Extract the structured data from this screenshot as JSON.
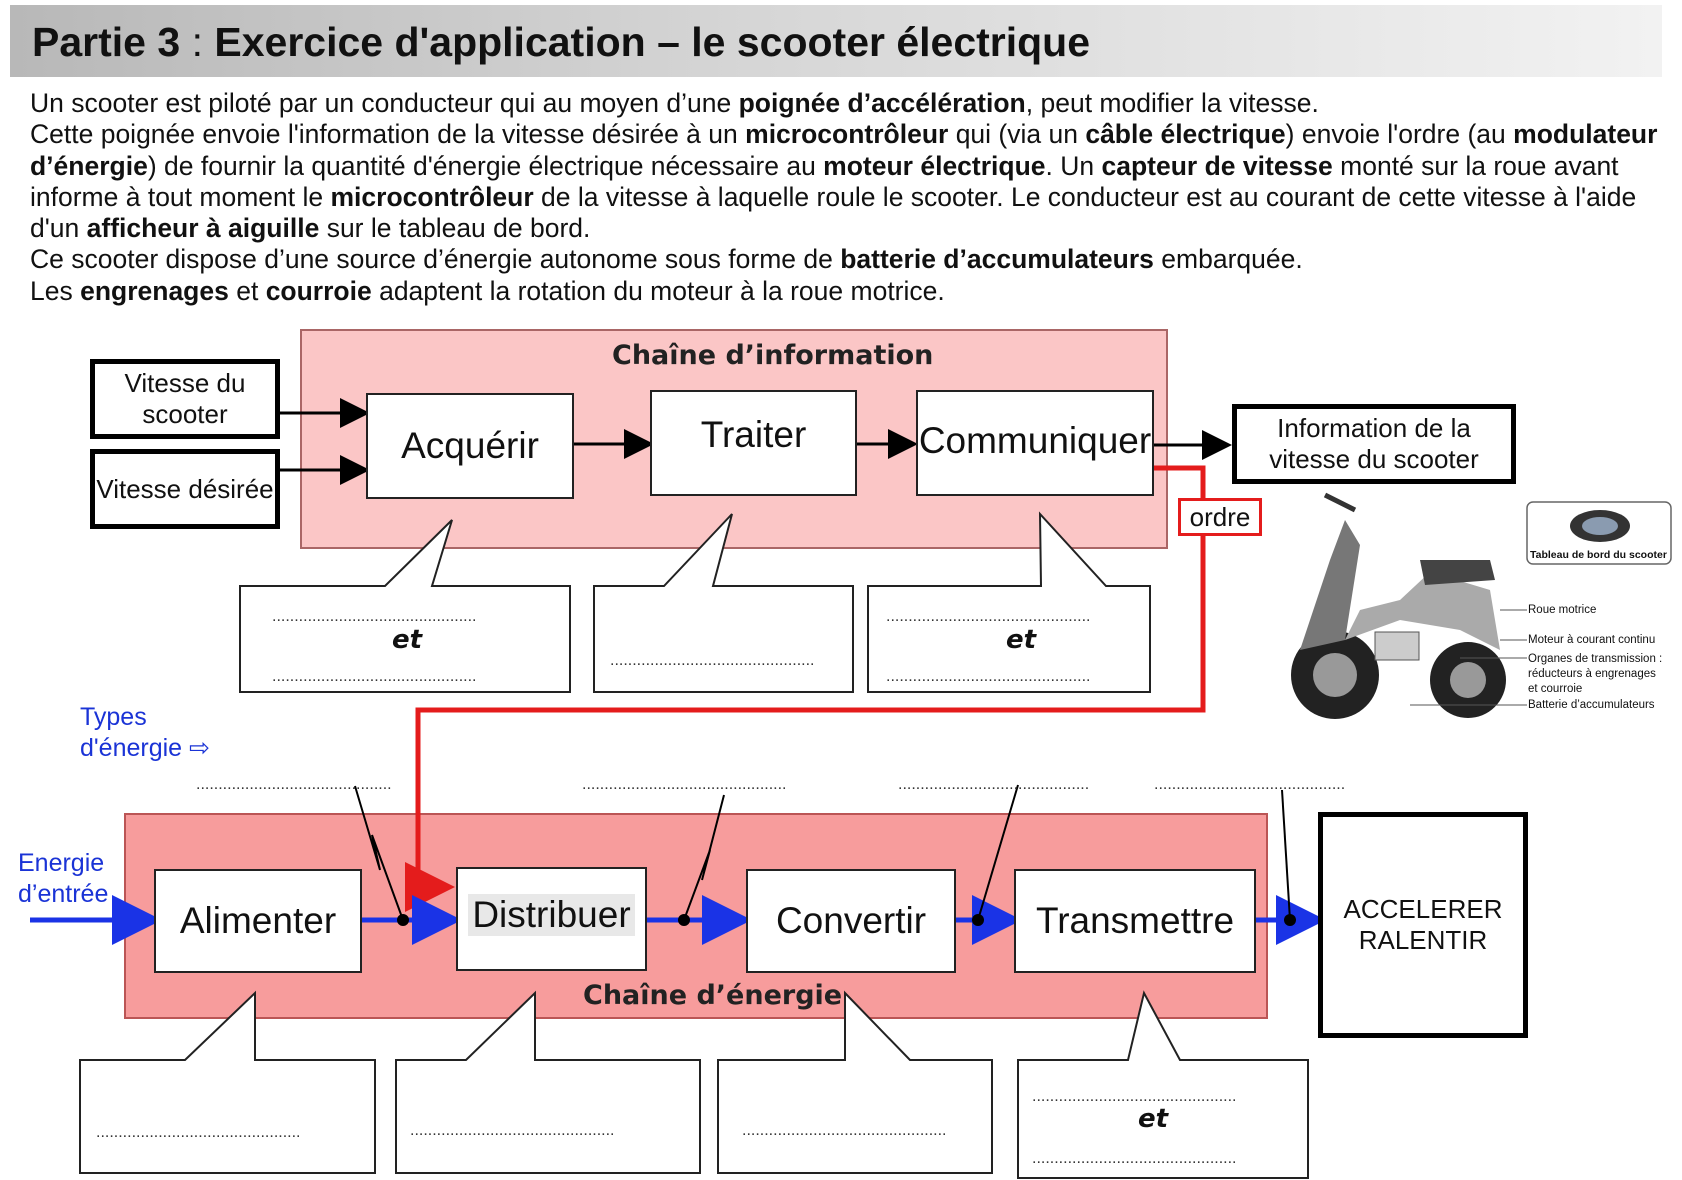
{
  "header": {
    "title_part": "Partie 3",
    "title_colon": ":",
    "title_rest": "Exercice d'application – le scooter électrique"
  },
  "intro": [
    [
      {
        "t": "Un scooter est piloté par un conducteur qui au moyen d’une "
      },
      {
        "t": "poignée d’accélération",
        "b": true
      },
      {
        "t": ", peut modifier la vitesse."
      }
    ],
    [
      {
        "t": "Cette poignée envoie l'information de la vitesse désirée à un "
      },
      {
        "t": "microcontrôleur",
        "b": true
      },
      {
        "t": " qui (via un "
      },
      {
        "t": "câble électrique",
        "b": true
      },
      {
        "t": ") envoie l'ordre (au "
      },
      {
        "t": "modulateur d’énergie",
        "b": true
      },
      {
        "t": ") de fournir la quantité d'énergie électrique nécessaire au "
      },
      {
        "t": "moteur électrique",
        "b": true
      },
      {
        "t": ". Un "
      },
      {
        "t": "capteur de vitesse",
        "b": true
      },
      {
        "t": " monté sur la roue avant informe à tout moment le "
      },
      {
        "t": "microcontrôleur",
        "b": true
      },
      {
        "t": " de la vitesse à laquelle roule le scooter. Le conducteur est au courant de cette vitesse à l'aide d'un "
      },
      {
        "t": "afficheur à aiguille",
        "b": true
      },
      {
        "t": " sur le tableau de bord."
      }
    ],
    [
      {
        "t": "Ce scooter dispose d’une source d’énergie autonome sous forme de "
      },
      {
        "t": "batterie d’accumulateurs",
        "b": true
      },
      {
        "t": " embarquée."
      }
    ],
    [
      {
        "t": "Les "
      },
      {
        "t": "engrenages",
        "b": true
      },
      {
        "t": " et "
      },
      {
        "t": "courroie",
        "b": true
      },
      {
        "t": " adaptent la rotation du moteur à la roue motrice."
      }
    ]
  ],
  "info_chain": {
    "title": "Chaîne d’information",
    "inputs": [
      "Vitesse du scooter",
      "Vitesse désirée"
    ],
    "functions": [
      "Acquérir",
      "Traiter",
      "Communiquer"
    ],
    "output": "Information de la vitesse du scooter",
    "ordre_label": "ordre"
  },
  "energy_chain": {
    "title": "Chaîne d’énergie",
    "types_label": "Types d'énergie ⇨",
    "input_label": "Energie d’entrée",
    "functions": [
      "Alimenter",
      "Distribuer",
      "Convertir",
      "Transmettre"
    ],
    "output": "ACCELERER RALENTIR"
  },
  "answer_boxes": {
    "dots": "..............................................",
    "et": "et"
  },
  "scooter_figure": {
    "dashboard_label": "Tableau de bord du scooter",
    "legend": [
      "Roue motrice",
      "Moteur à courant continu",
      "Organes de transmission :",
      "réducteurs à engrenages",
      "et courroie",
      "Batterie d’accumulateurs"
    ]
  },
  "colors": {
    "red_link": "#e41c1c",
    "energy_arrow": "#1a33e6",
    "info_bg": "#fbc6c6",
    "energy_bg": "#f79c9c",
    "blue_text": "#1a33d6"
  }
}
